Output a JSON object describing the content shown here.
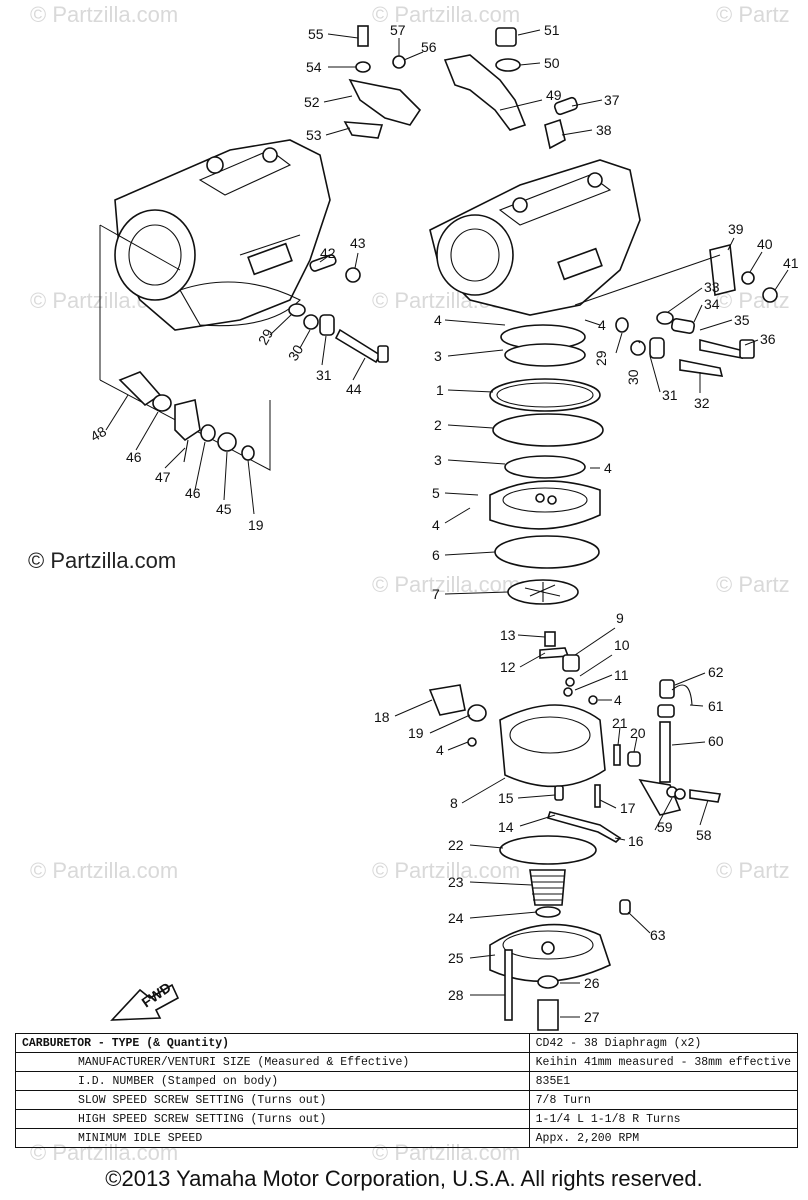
{
  "watermarks": {
    "short": "© Partzilla.com",
    "cut": "© Partz"
  },
  "copyright_center": "© Partzilla.com",
  "direction_arrow": "FWD",
  "callouts": {
    "n1": "1",
    "n2": "2",
    "n3": "3",
    "n4": "4",
    "n5": "5",
    "n6": "6",
    "n7": "7",
    "n8": "8",
    "n9": "9",
    "n10": "10",
    "n11": "11",
    "n12": "12",
    "n13": "13",
    "n14": "14",
    "n15": "15",
    "n16": "16",
    "n17": "17",
    "n18": "18",
    "n19": "19",
    "n20": "20",
    "n21": "21",
    "n22": "22",
    "n23": "23",
    "n24": "24",
    "n25": "25",
    "n26": "26",
    "n27": "27",
    "n28": "28",
    "n29": "29",
    "n30": "30",
    "n31": "31",
    "n32": "32",
    "n33": "33",
    "n34": "34",
    "n35": "35",
    "n36": "36",
    "n37": "37",
    "n38": "38",
    "n39": "39",
    "n40": "40",
    "n41": "41",
    "n42": "42",
    "n43": "43",
    "n44": "44",
    "n45": "45",
    "n46": "46",
    "n47": "47",
    "n48": "48",
    "n49": "49",
    "n50": "50",
    "n51": "51",
    "n52": "52",
    "n53": "53",
    "n54": "54",
    "n55": "55",
    "n56": "56",
    "n57": "57",
    "n58": "58",
    "n59": "59",
    "n60": "60",
    "n61": "61",
    "n62": "62",
    "n63": "63"
  },
  "spec_table": {
    "rows": [
      {
        "label": "CARBURETOR - TYPE (& Quantity)",
        "value": "CD42 - 38 Diaphragm (x2)"
      },
      {
        "label": "MANUFACTURER/VENTURI SIZE (Measured & Effective)",
        "value": "Keihin   41mm measured - 38mm effective"
      },
      {
        "label": "I.D. NUMBER (Stamped on body)",
        "value": "835E1"
      },
      {
        "label": "SLOW SPEED SCREW SETTING (Turns out)",
        "value": "7/8 Turn"
      },
      {
        "label": "HIGH SPEED SCREW SETTING (Turns out)",
        "value": "1-1/4 L    1-1/8 R Turns"
      },
      {
        "label": "MINIMUM IDLE SPEED",
        "value": "Appx. 2,200 RPM"
      }
    ]
  },
  "footer": "©2013  Yamaha Motor Corporation, U.S.A. All rights reserved."
}
